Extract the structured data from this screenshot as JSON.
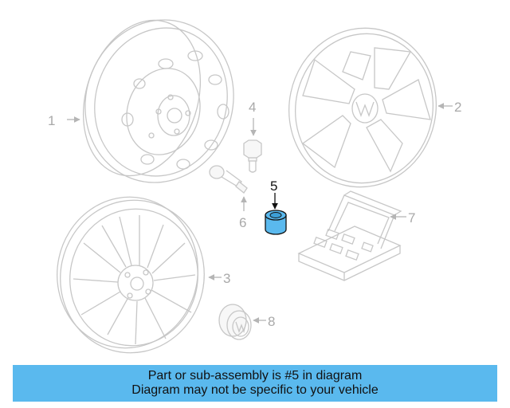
{
  "callouts": [
    {
      "number": "1",
      "part": "steel-wheel"
    },
    {
      "number": "2",
      "part": "wheel-cover"
    },
    {
      "number": "3",
      "part": "alloy-wheel"
    },
    {
      "number": "4",
      "part": "lug-bolt"
    },
    {
      "number": "5",
      "part": "locking-bolt-cap"
    },
    {
      "number": "6",
      "part": "tire-valve"
    },
    {
      "number": "7",
      "part": "locking-bolt-kit"
    },
    {
      "number": "8",
      "part": "center-cap"
    }
  ],
  "highlight": {
    "part_number": "5",
    "color": "#5ab9ee"
  },
  "banner": {
    "line1": "Part or sub-assembly is #5 in diagram",
    "line2": "Diagram may not be specific to your vehicle",
    "color": "#5ab9ee"
  }
}
